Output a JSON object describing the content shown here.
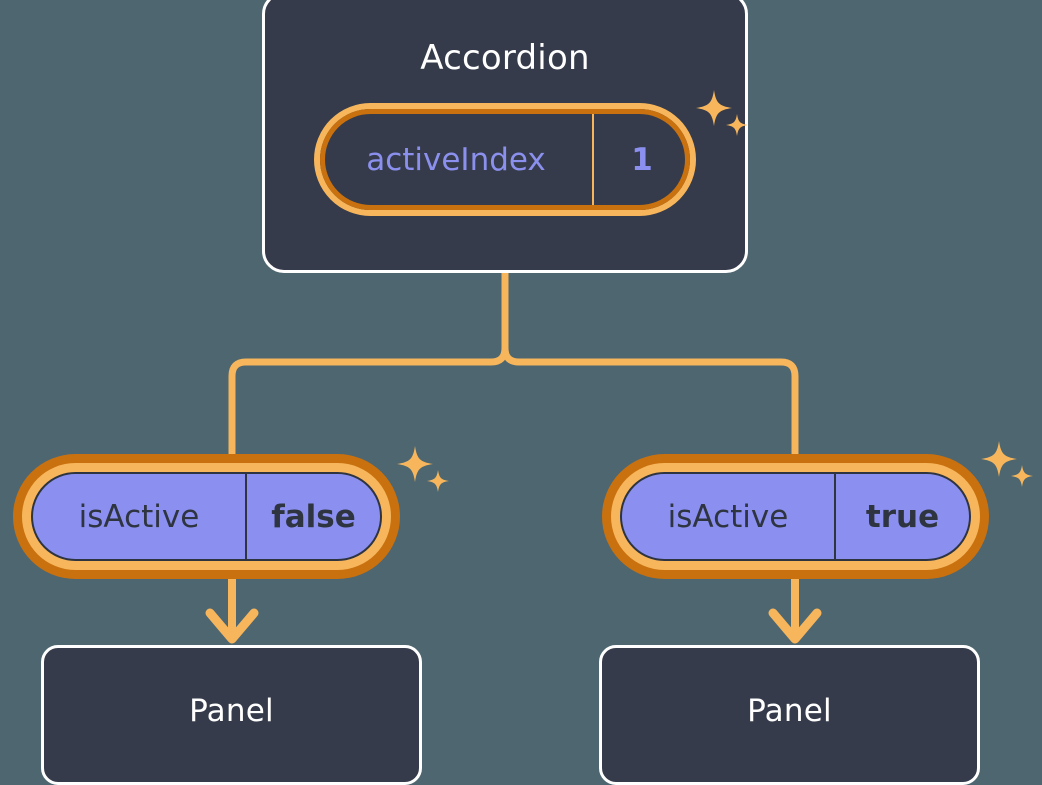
{
  "theme": {
    "background": "#4d6670",
    "card_fill": "#353b4a",
    "card_border": "#ffffff",
    "ring_inner": "#f7b65c",
    "ring_outer": "#c9710f",
    "pill_fill": "#8b90f0",
    "pill_text": "#2e3440",
    "accent_text": "#8b90ee",
    "wire": "#f7b65c"
  },
  "root": {
    "title": "Accordion",
    "state": {
      "key": "activeIndex",
      "value": "1"
    }
  },
  "branches": [
    {
      "state": {
        "key": "isActive",
        "value": "false"
      },
      "child": {
        "title": "Panel"
      }
    },
    {
      "state": {
        "key": "isActive",
        "value": "true"
      },
      "child": {
        "title": "Panel"
      }
    }
  ],
  "decorations": {
    "sparkle_name": "sparkle-icon",
    "sparkle_color": "#f7b65c",
    "count": 3
  }
}
